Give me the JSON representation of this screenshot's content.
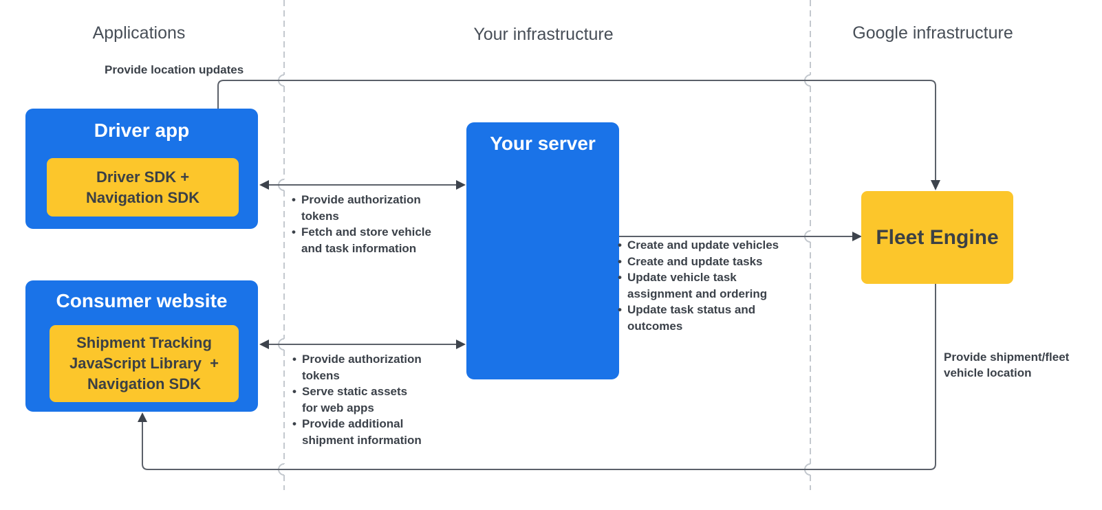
{
  "headings": {
    "applications": "Applications",
    "your_infrastructure": "Your infrastructure",
    "google_infrastructure": "Google infrastructure"
  },
  "nodes": {
    "driver_app": {
      "title": "Driver app",
      "sdk_label": "Driver SDK +\nNavigation SDK"
    },
    "consumer_website": {
      "title": "Consumer website",
      "sdk_label": "Shipment Tracking\nJavaScript Library  +\nNavigation SDK"
    },
    "your_server": {
      "title": "Your server"
    },
    "fleet_engine": {
      "title": "Fleet Engine"
    }
  },
  "edges": {
    "driver_to_fleet": {
      "label": "Provide location updates"
    },
    "driver_server": {
      "bullets": [
        "Provide authorization\ntokens",
        "Fetch and store vehicle\nand task information"
      ]
    },
    "server_to_fleet": {
      "bullets": [
        "Create and update vehicles",
        "Create and update tasks",
        "Update vehicle task\nassignment and ordering",
        "Update task status and\noutcomes"
      ]
    },
    "consumer_server": {
      "bullets": [
        "Provide authorization\ntokens",
        "Serve static assets\nfor web apps",
        "Provide additional\nshipment information"
      ]
    },
    "fleet_to_consumer": {
      "label": "Provide shipment/fleet\nvehicle location"
    }
  },
  "colors": {
    "node_blue": "#1a73e8",
    "node_yellow": "#fcc62b",
    "node_text_dark": "#3b4045",
    "node_text_light": "#ffffff",
    "line_gray": "#5b6069",
    "arrow_dark": "#3d434c",
    "dash_gray": "#c3c8ce",
    "heading_gray": "#474e57",
    "label_dark": "#3b4149"
  }
}
